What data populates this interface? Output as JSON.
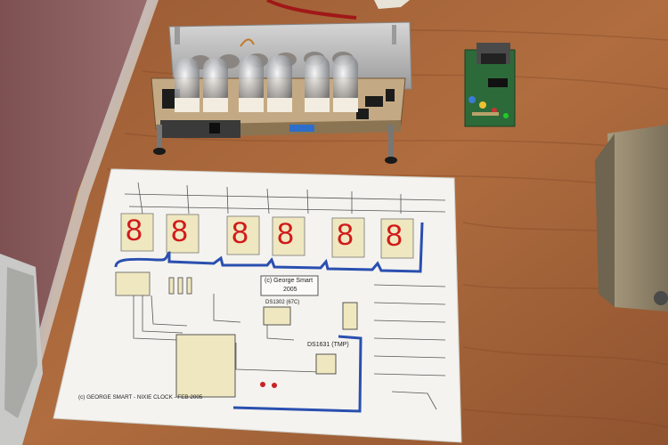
{
  "schematic": {
    "copyright_box_line1": "(c) George Smart",
    "copyright_box_line2": "2005",
    "footer": "(c) GEORGE SMART - NIXIE CLOCK - FEB 2005",
    "rtc_label": "DS1302  (67C)",
    "temp_label": "DS1631  (TMP)",
    "digits": [
      "8",
      "8",
      "8",
      "8",
      "8",
      "8"
    ]
  },
  "colors": {
    "wood": "#a5673c",
    "wall": "#8c6062",
    "paper": "#f4f3ef",
    "digit_red": "#d01a1a",
    "digit_panel": "#efe7bf",
    "wire_blue": "#2a4fb0",
    "pcb_green": "#2d6a3a"
  }
}
